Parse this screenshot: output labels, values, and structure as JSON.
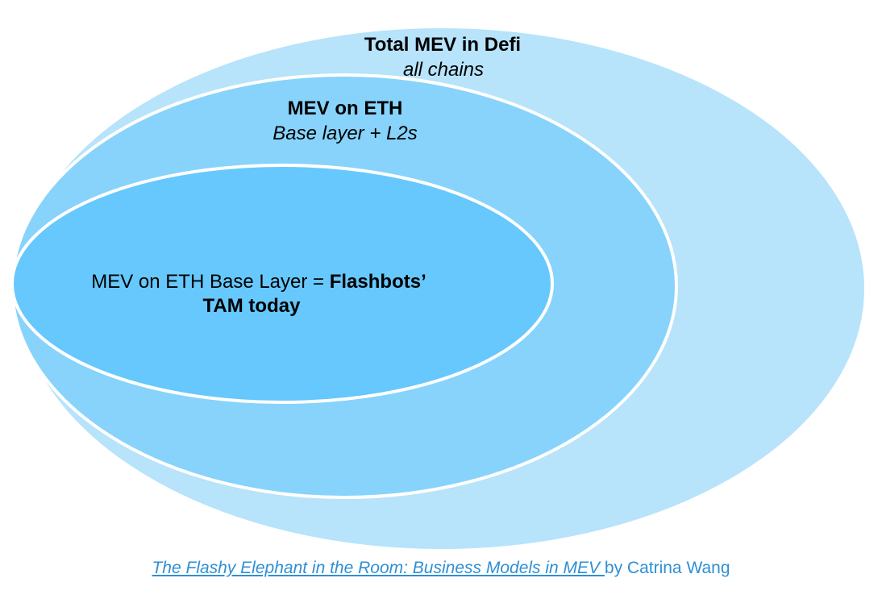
{
  "colors": {
    "outer_fill": "#b7e3fb",
    "middle_fill": "#87d3fb",
    "inner_fill": "#66c8fc",
    "border": "#ffffff",
    "caption_text": "#2f8fd4"
  },
  "outer": {
    "title": "Total MEV in Defi",
    "subtitle": "all chains"
  },
  "middle": {
    "title": "MEV on ETH",
    "subtitle": "Base layer + L2s"
  },
  "inner": {
    "line1_plain": "MEV on ETH Base Layer = ",
    "line1_bold": "Flashbots’",
    "line2_bold": "TAM today"
  },
  "caption": {
    "link_text": "The Flashy Elephant in the Room: Business Models in MEV ",
    "author_text": "by Catrina Wang"
  }
}
